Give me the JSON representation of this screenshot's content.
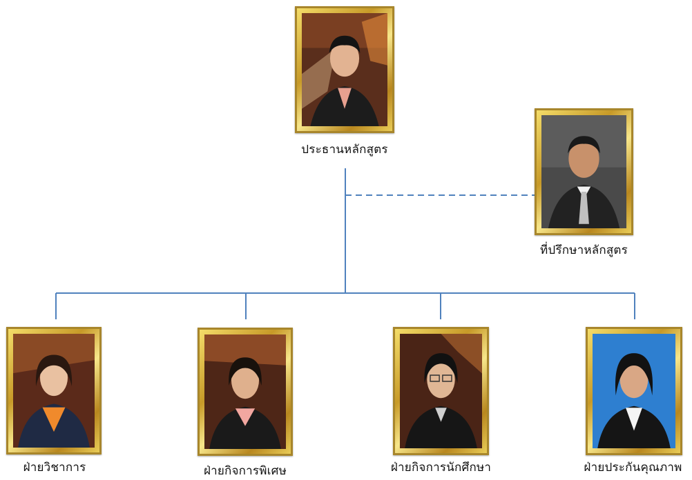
{
  "org": {
    "chair": {
      "title": "ประธานหลักสูตร"
    },
    "advisor": {
      "title": "ที่ปรึกษาหลักสูตร"
    },
    "departments": [
      {
        "title": "ฝ่ายวิชาการ"
      },
      {
        "title": "ฝ่ายกิจการพิเศษ"
      },
      {
        "title": "ฝ่ายกิจการนักศึกษา"
      },
      {
        "title": "ฝ่ายประกันคุณภาพ"
      }
    ]
  },
  "colors": {
    "connector_line": "#4f81bd",
    "advisor_line": "#4f81bd",
    "frame_gold": "#c79a28",
    "frame_edge": "#a8862b"
  }
}
